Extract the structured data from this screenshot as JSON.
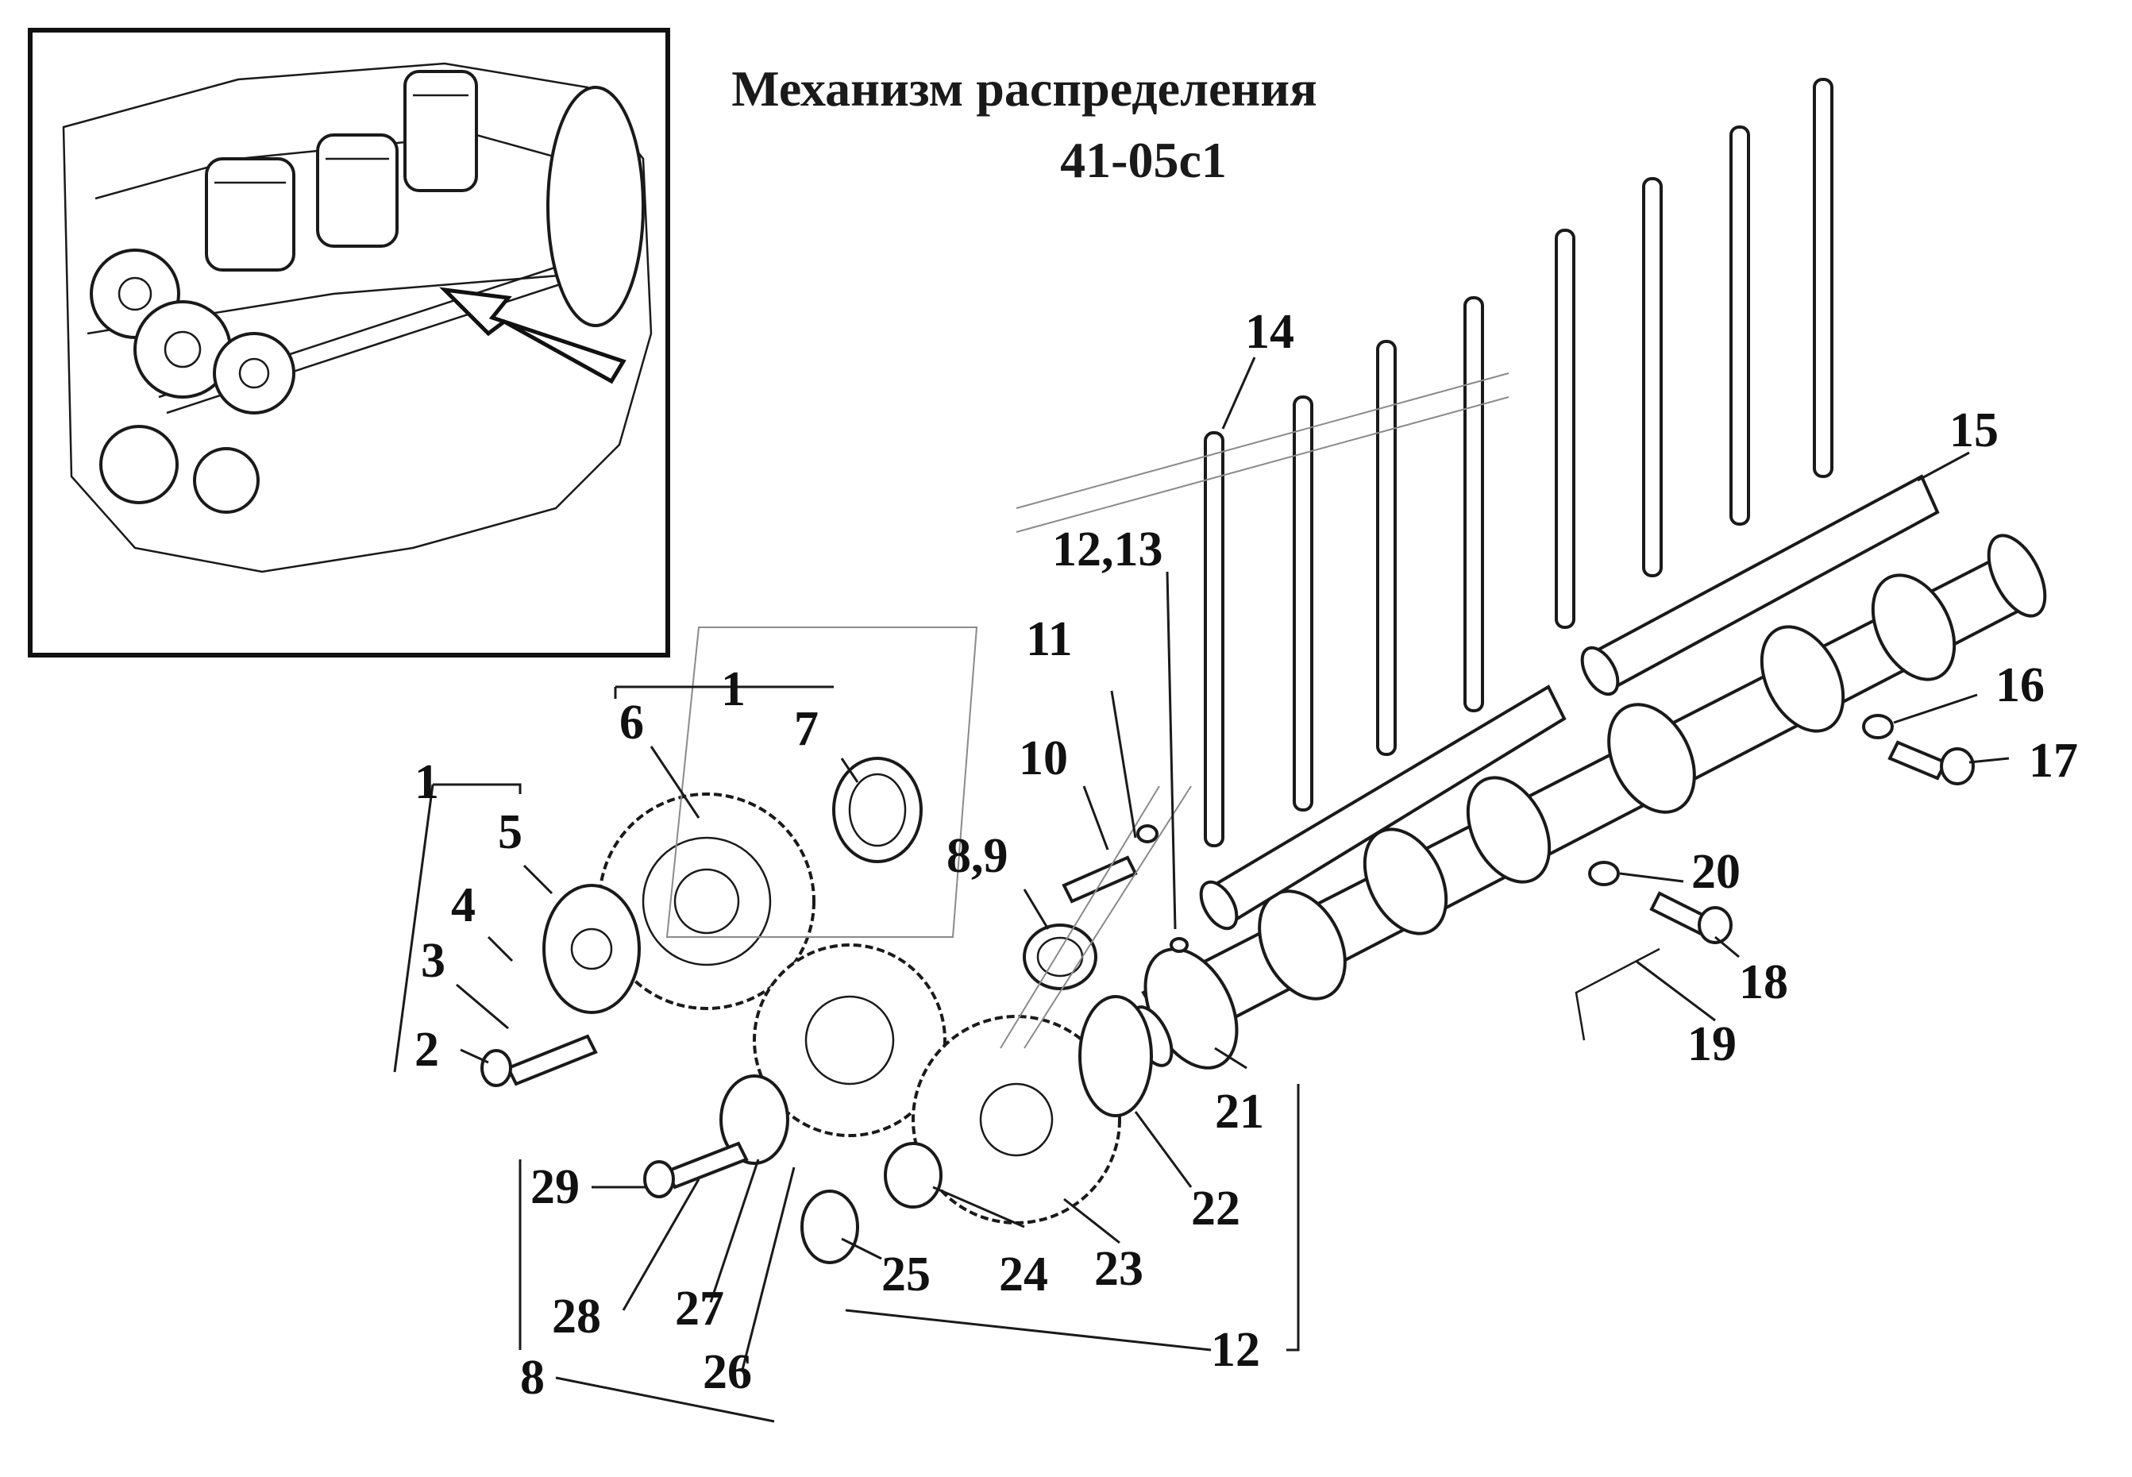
{
  "title": {
    "line1": "Механизм распределения",
    "line2": "41-05с1"
  },
  "inset": {
    "icon": "engine-location-icon"
  },
  "callouts": [
    "1",
    "1",
    "2",
    "3",
    "4",
    "5",
    "6",
    "7",
    "8,9",
    "10",
    "11",
    "12,13",
    "14",
    "15",
    "16",
    "17",
    "18",
    "19",
    "20",
    "21",
    "22",
    "23",
    "24",
    "25",
    "26",
    "27",
    "28",
    "29",
    "8",
    "12"
  ],
  "colors": {
    "ink": "#1a1a1a",
    "paper": "#ffffff"
  }
}
